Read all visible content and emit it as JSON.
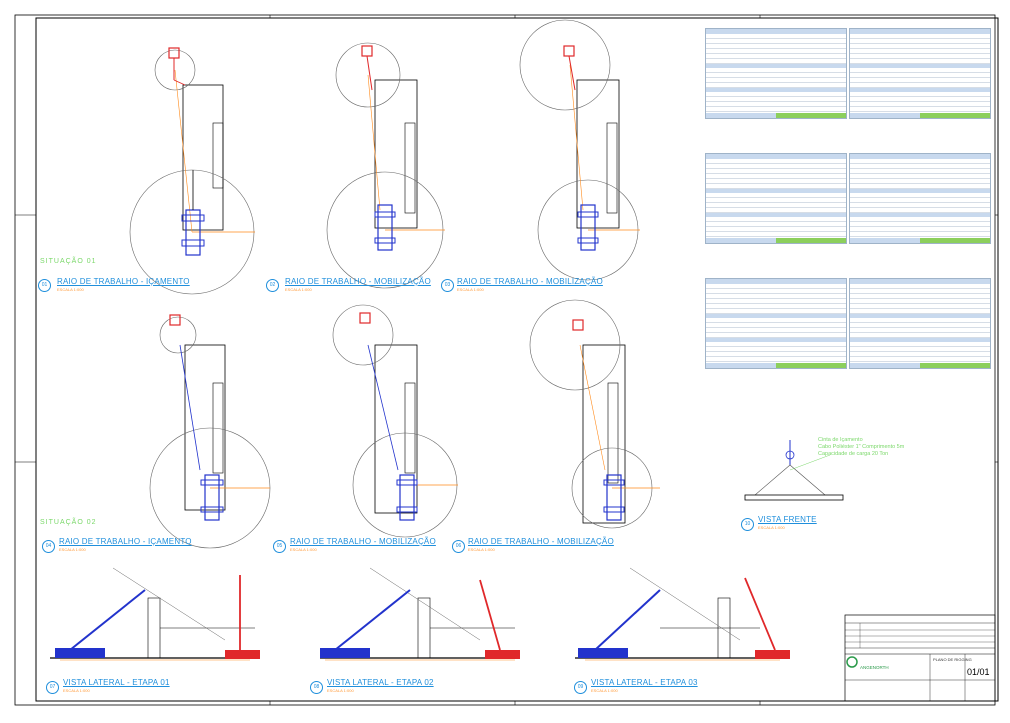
{
  "views": [
    {
      "num": "01",
      "title": "RAIO DE TRABALHO - IÇAMENTO",
      "scale": "ESCALA 1:000"
    },
    {
      "num": "02",
      "title": "RAIO DE TRABALHO - MOBILIZAÇÃO",
      "scale": "ESCALA 1:000"
    },
    {
      "num": "03",
      "title": "RAIO DE TRABALHO - MOBILIZAÇÃO",
      "scale": "ESCALA 1:000"
    },
    {
      "num": "04",
      "title": "RAIO DE TRABALHO - IÇAMENTO",
      "scale": "ESCALA 1:000"
    },
    {
      "num": "05",
      "title": "RAIO DE TRABALHO - MOBILIZAÇÃO",
      "scale": "ESCALA 1:000"
    },
    {
      "num": "06",
      "title": "RAIO DE TRABALHO - MOBILIZAÇÃO",
      "scale": "ESCALA 1:000"
    },
    {
      "num": "07",
      "title": "VISTA LATERAL - ETAPA 01",
      "scale": "ESCALA 1:000"
    },
    {
      "num": "08",
      "title": "VISTA LATERAL - ETAPA 02",
      "scale": "ESCALA 1:000"
    },
    {
      "num": "09",
      "title": "VISTA LATERAL - ETAPA 03",
      "scale": "ESCALA 1:000"
    },
    {
      "num": "10",
      "title": "VISTA FRENTE",
      "scale": "ESCALA 1:000"
    }
  ],
  "situations": [
    "SITUAÇÃO 01",
    "SITUAÇÃO 02"
  ],
  "rigging_note": [
    "Cinta de Içamento",
    "Cabo Poliéster 1\" Comprimento 5m",
    "Capacidade de carga 20 Ton"
  ],
  "titleblock": {
    "company": "ANGENORTH",
    "sheet": "01/01",
    "plan_title": "PLANO DE RIGGING"
  },
  "colors": {
    "view_title": "#1f8fdc",
    "situation": "#7bd86a",
    "crane_blue": "#2233cc",
    "crane_red": "#e0282a",
    "radius": "#ff8a1a"
  }
}
